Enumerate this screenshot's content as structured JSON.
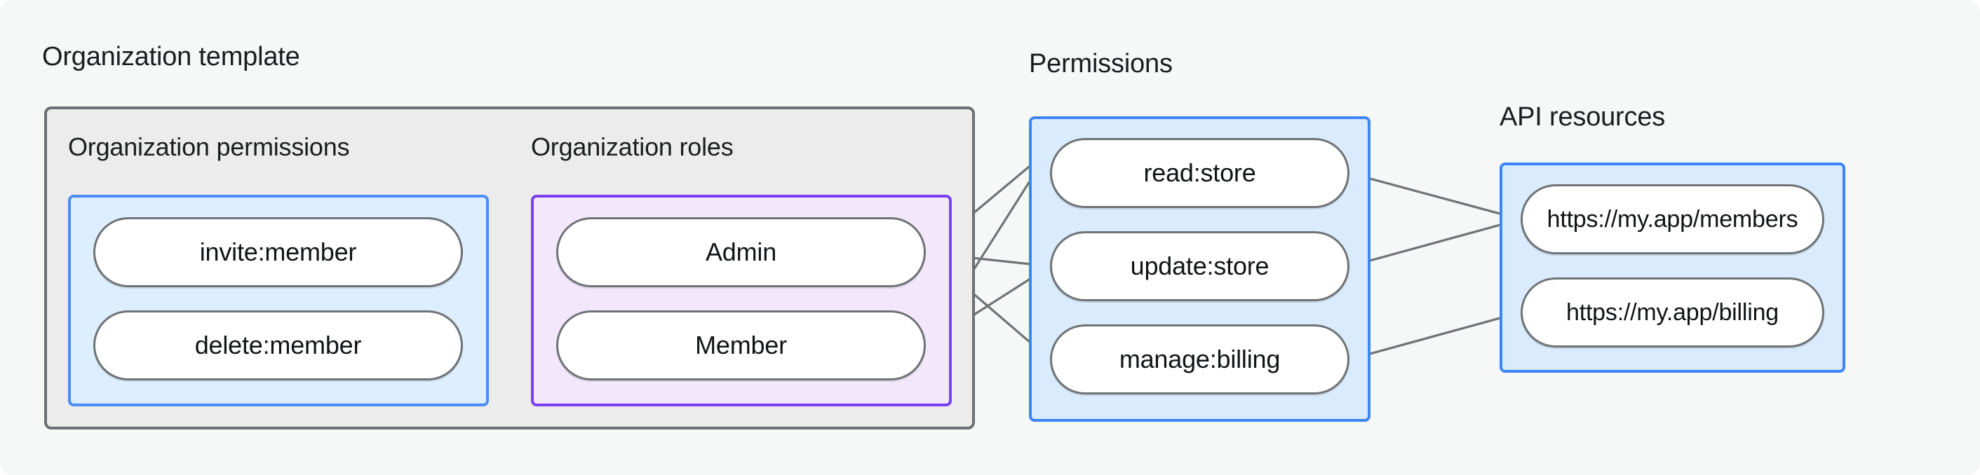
{
  "diagram": {
    "title_org_template": "Organization template",
    "title_permissions": "Permissions",
    "title_api_resources": "API resources",
    "title_org_permissions": "Organization permissions",
    "title_org_roles": "Organization roles"
  },
  "colors": {
    "canvas_background": "#f6f7f7",
    "org_template_fill": "#ebeceb",
    "org_template_border": "#6b6f71",
    "permissions_fill": "#d9ebfd",
    "permissions_border": "#3d86f7",
    "roles_fill": "#f2e7fb",
    "roles_border": "#7b3ff2",
    "node_fill": "#ffffff",
    "node_border": "#6f7375",
    "edge_stroke": "#6f7375",
    "text": "#111314"
  },
  "nodes": {
    "org_permissions": [
      {
        "id": "invite-member",
        "label": "invite:member"
      },
      {
        "id": "delete-member",
        "label": "delete:member"
      }
    ],
    "org_roles": [
      {
        "id": "admin",
        "label": "Admin"
      },
      {
        "id": "member",
        "label": "Member"
      }
    ],
    "permissions": [
      {
        "id": "read-store",
        "label": "read:store"
      },
      {
        "id": "update-store",
        "label": "update:store"
      },
      {
        "id": "manage-billing",
        "label": "manage:billing"
      }
    ],
    "api_resources": [
      {
        "id": "res-members",
        "label": "https://my.app/members"
      },
      {
        "id": "res-billing",
        "label": "https://my.app/billing"
      }
    ]
  },
  "edges": [
    {
      "from": "invite-member",
      "to": "admin"
    },
    {
      "from": "invite-member",
      "to": "member"
    },
    {
      "from": "delete-member",
      "to": "member"
    },
    {
      "from": "admin",
      "to": "read-store"
    },
    {
      "from": "admin",
      "to": "update-store"
    },
    {
      "from": "admin",
      "to": "manage-billing"
    },
    {
      "from": "member",
      "to": "read-store"
    },
    {
      "from": "member",
      "to": "update-store"
    },
    {
      "from": "read-store",
      "to": "res-members"
    },
    {
      "from": "update-store",
      "to": "res-members"
    },
    {
      "from": "manage-billing",
      "to": "res-billing"
    }
  ]
}
